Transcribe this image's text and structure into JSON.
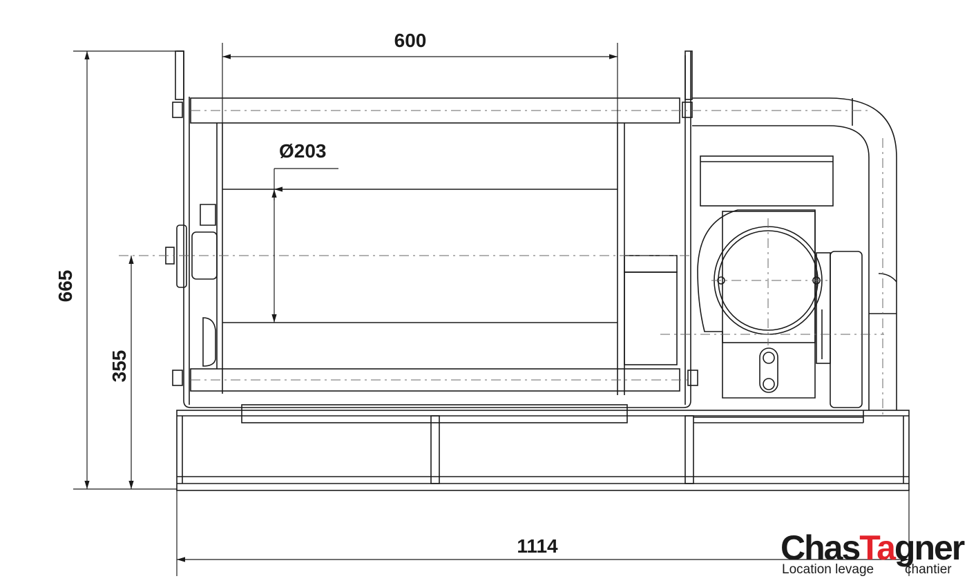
{
  "dimensions": {
    "width_top": "600",
    "drum_diameter": "Ø203",
    "total_height": "665",
    "axis_height": "355",
    "total_width": "1114"
  },
  "brand": {
    "name_left": "Chas",
    "name_accent": "Ta",
    "name_right": "gner",
    "tagline_left": "Location levage",
    "tagline_right": "chantier",
    "accent_color": "#e3232b",
    "text_color": "#1a1a1a"
  }
}
